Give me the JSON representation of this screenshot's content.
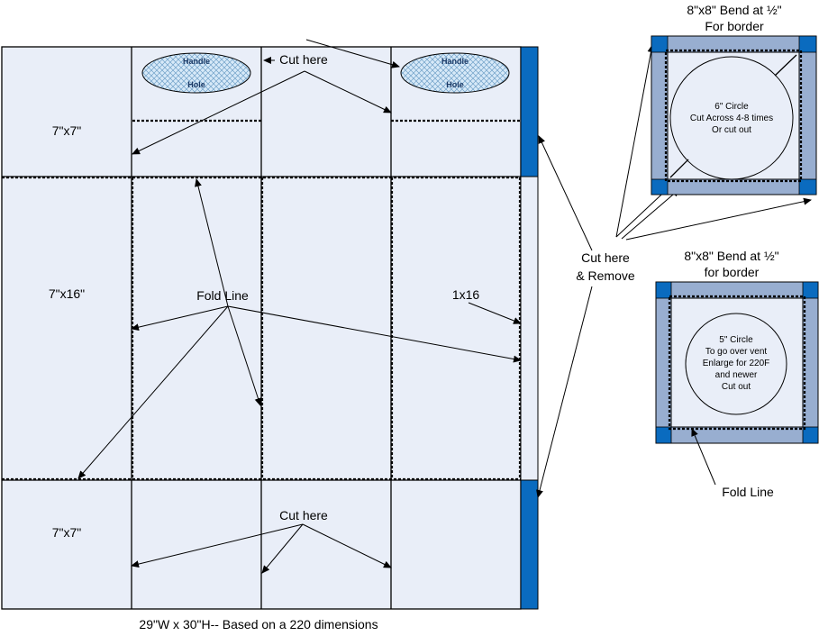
{
  "labels": {
    "sq_top": "7\"x7\"",
    "sq_mid": "7\"x16\"",
    "sq_bot": "7\"x7\"",
    "cut_top": "Cut here",
    "cut_bot": "Cut here",
    "fold_line": "Fold Line",
    "strip": "1x16",
    "cut_remove_1": "Cut here",
    "cut_remove_2": "& Remove",
    "caption": "29\"W x 30\"H-- Based on a 220 dimensions",
    "handle_1a": "Handle",
    "handle_1b": "Hole",
    "handle_2a": "Handle",
    "handle_2b": "Hole"
  },
  "panel1": {
    "title_1": "8\"x8\" Bend at ½\"",
    "title_2": "For border",
    "circle_1": "6\" Circle",
    "circle_2": "Cut Across 4-8 times",
    "circle_3": "Or cut out"
  },
  "panel2": {
    "title_1": "8\"x8\" Bend at ½\"",
    "title_2": "for border",
    "circle_1": "5\" Circle",
    "circle_2": "To go over vent",
    "circle_3": "Enlarge for 220F",
    "circle_4": "and newer",
    "circle_5": "Cut out",
    "fold_line": "Fold Line"
  },
  "colors": {
    "panel_fill": "#e9eef8",
    "border_fill": "#98aed0",
    "corner_blue": "#0a6bbf",
    "handle_fill": "#cfe4f7"
  }
}
